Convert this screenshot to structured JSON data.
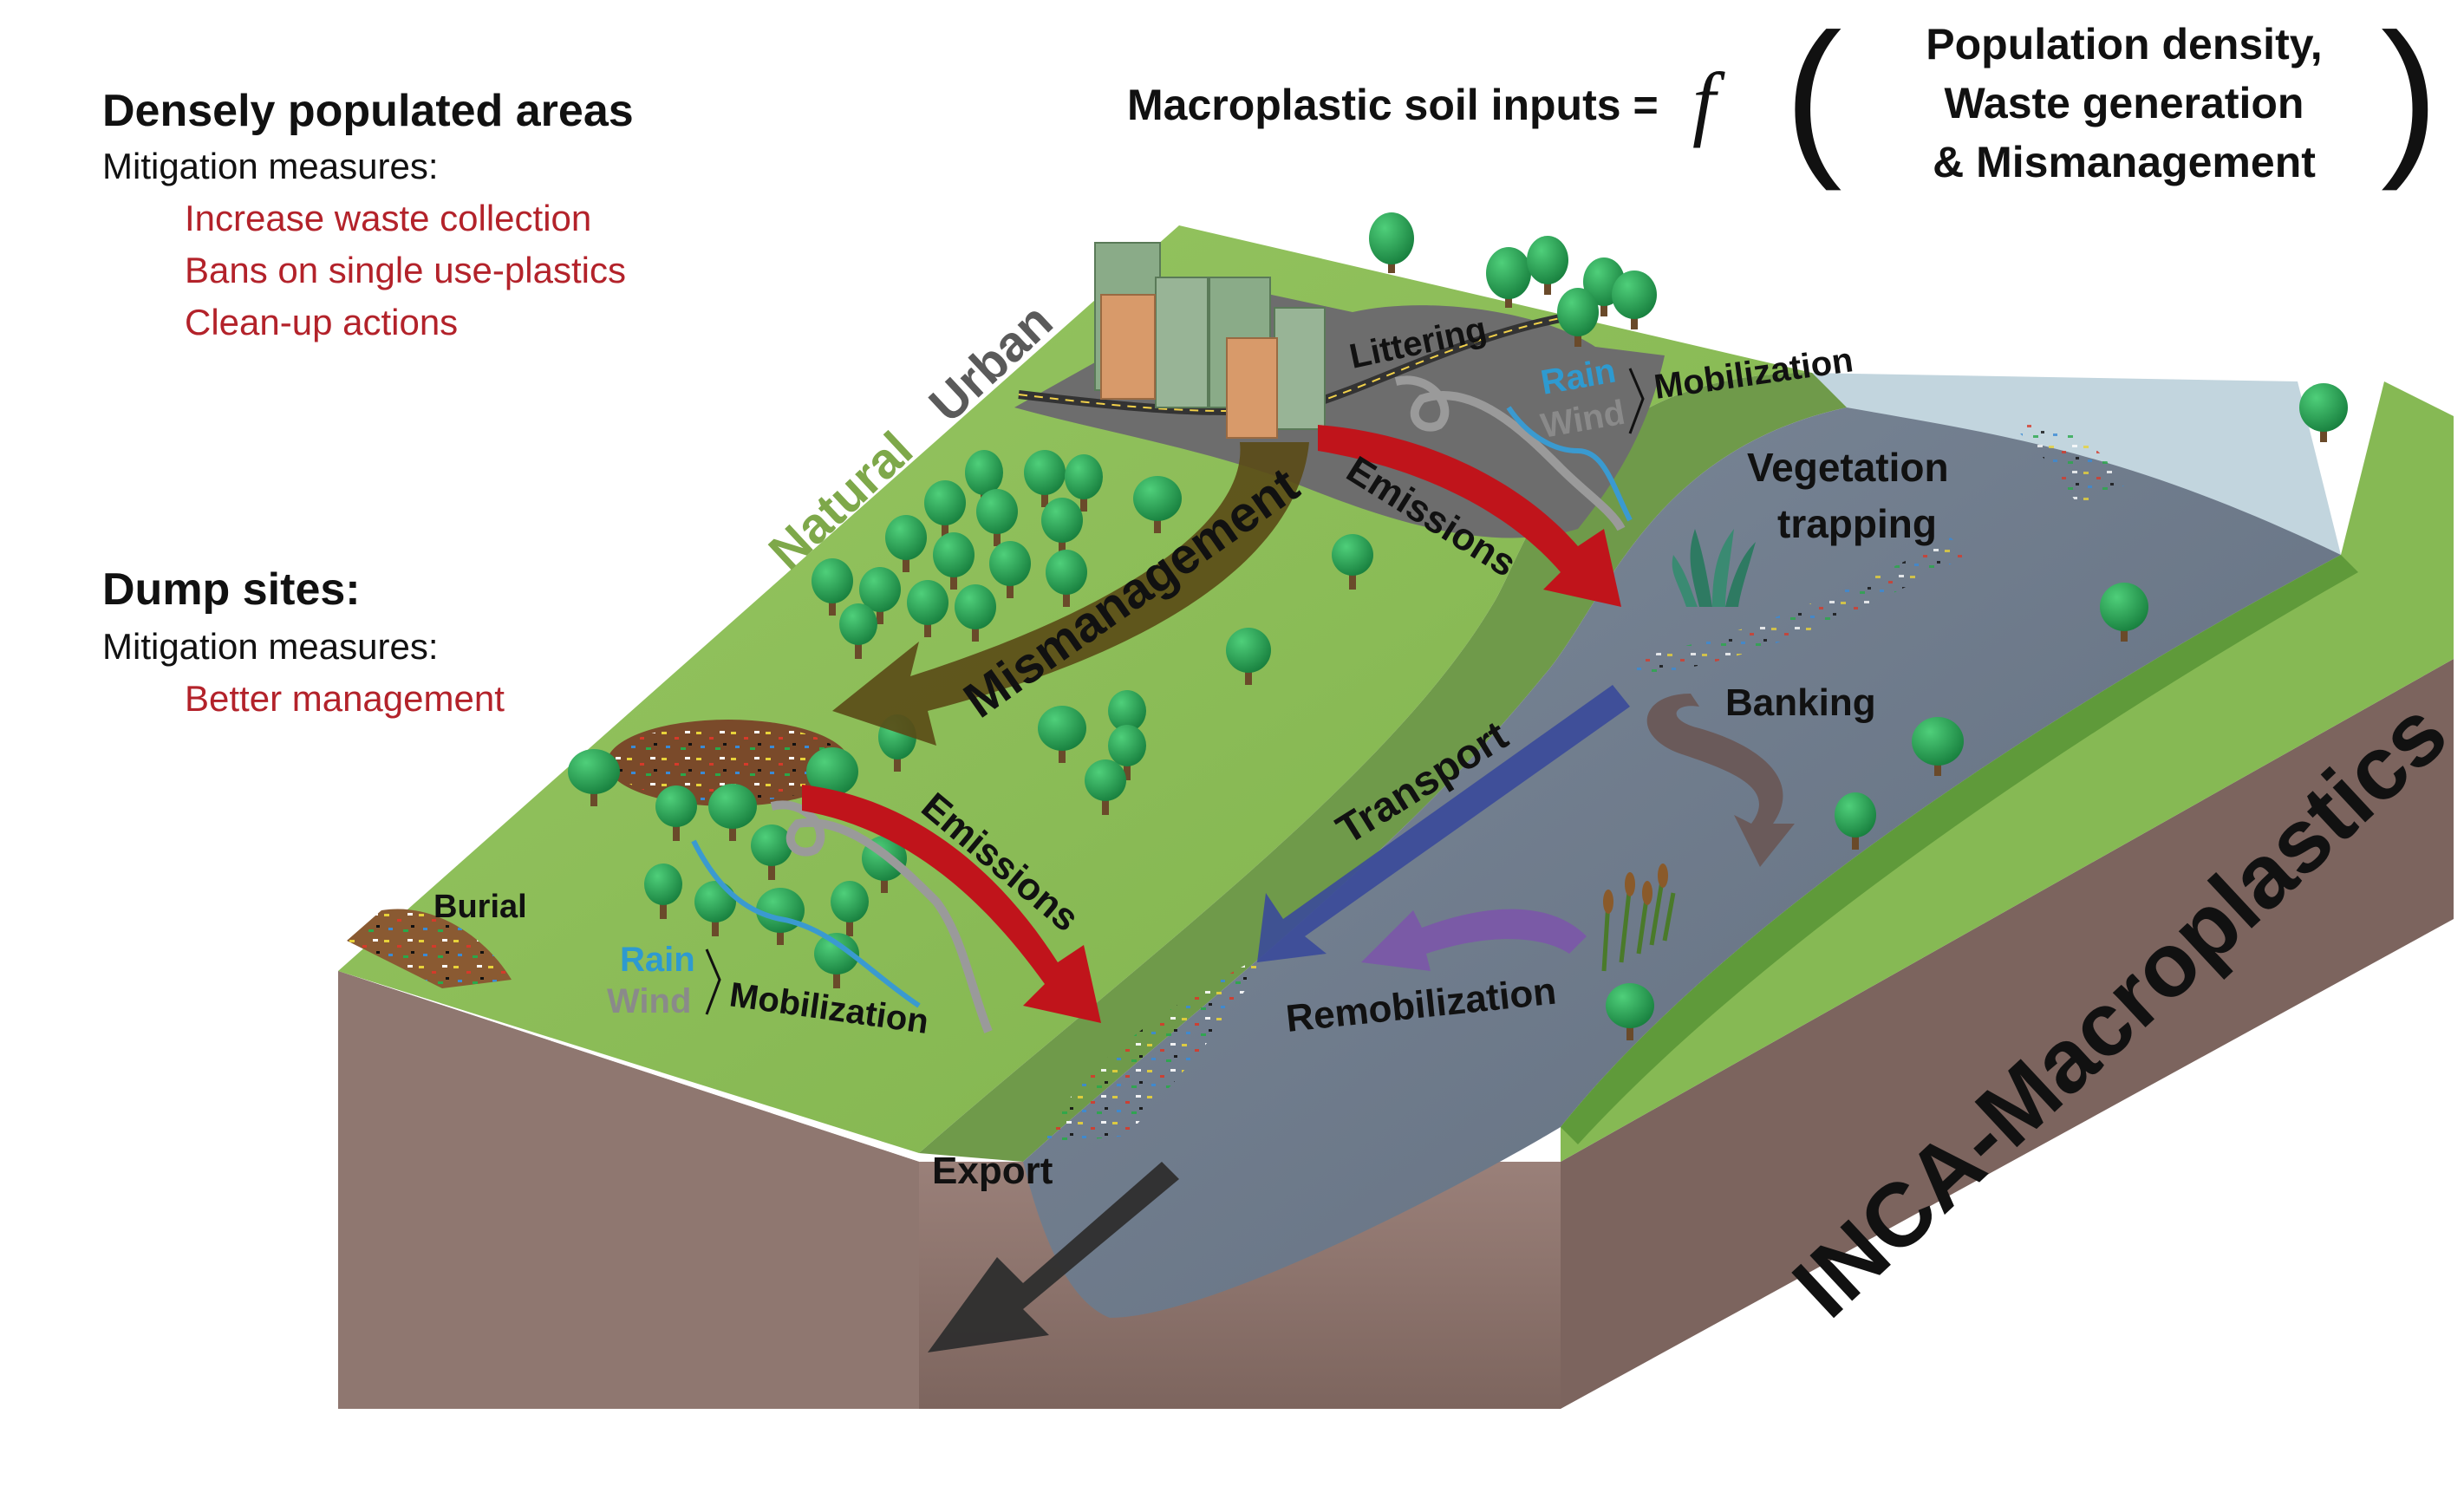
{
  "left_panel": {
    "dense_heading": "Densely populated areas",
    "dense_sub": "Mitigation measures:",
    "dense_measures": [
      "Increase waste collection",
      "Bans on single use-plastics",
      "Clean-up actions"
    ],
    "dump_heading": "Dump sites:",
    "dump_sub": "Mitigation measures:",
    "dump_measures": [
      "Better management"
    ]
  },
  "formula": {
    "lhs": "Macroplastic soil inputs =",
    "func": "f",
    "open_paren": "(",
    "close_paren": ")",
    "terms": [
      "Population density,",
      "Waste generation",
      "& Mismanagement"
    ]
  },
  "labels": {
    "urban": "Urban",
    "natural": "Natural",
    "littering": "Littering",
    "mobilization_top": "Mobilization",
    "rain_top": "Rain",
    "wind_top": "Wind",
    "emissions_top": "Emissions",
    "mismanagement": "Mismanagement",
    "emissions_bottom": "Emissions",
    "burial": "Burial",
    "rain_bottom": "Rain",
    "wind_bottom": "Wind",
    "mobilization_bottom": "Mobilization",
    "vegetation_trapping_1": "Vegetation",
    "vegetation_trapping_2": "trapping",
    "banking": "Banking",
    "transport": "Transport",
    "remobilization": "Remobilization",
    "export": "Export",
    "model_name": "INCA-Macroplastics"
  },
  "colors": {
    "grass": "#8dbf5a",
    "grass_dark": "#5f9a3a",
    "soil": "#8c736c",
    "water": "#6d7a8c",
    "sky_water": "#b8ccd6",
    "road": "#6f6f6f",
    "emission_arrow": "#c0141b",
    "mismanagement_arrow": "#5a4a16",
    "transport_arrow": "#3a4a9a",
    "remobilization_arrow": "#7a5aa6",
    "banking_arrow": "#6a5a5a",
    "export_arrow": "#333333",
    "tree": "#22934a",
    "red_text": "#b3222a",
    "rain_text": "#2e9ad0",
    "wind_text": "#8a8a8a",
    "natural_text": "#7ea84a"
  }
}
